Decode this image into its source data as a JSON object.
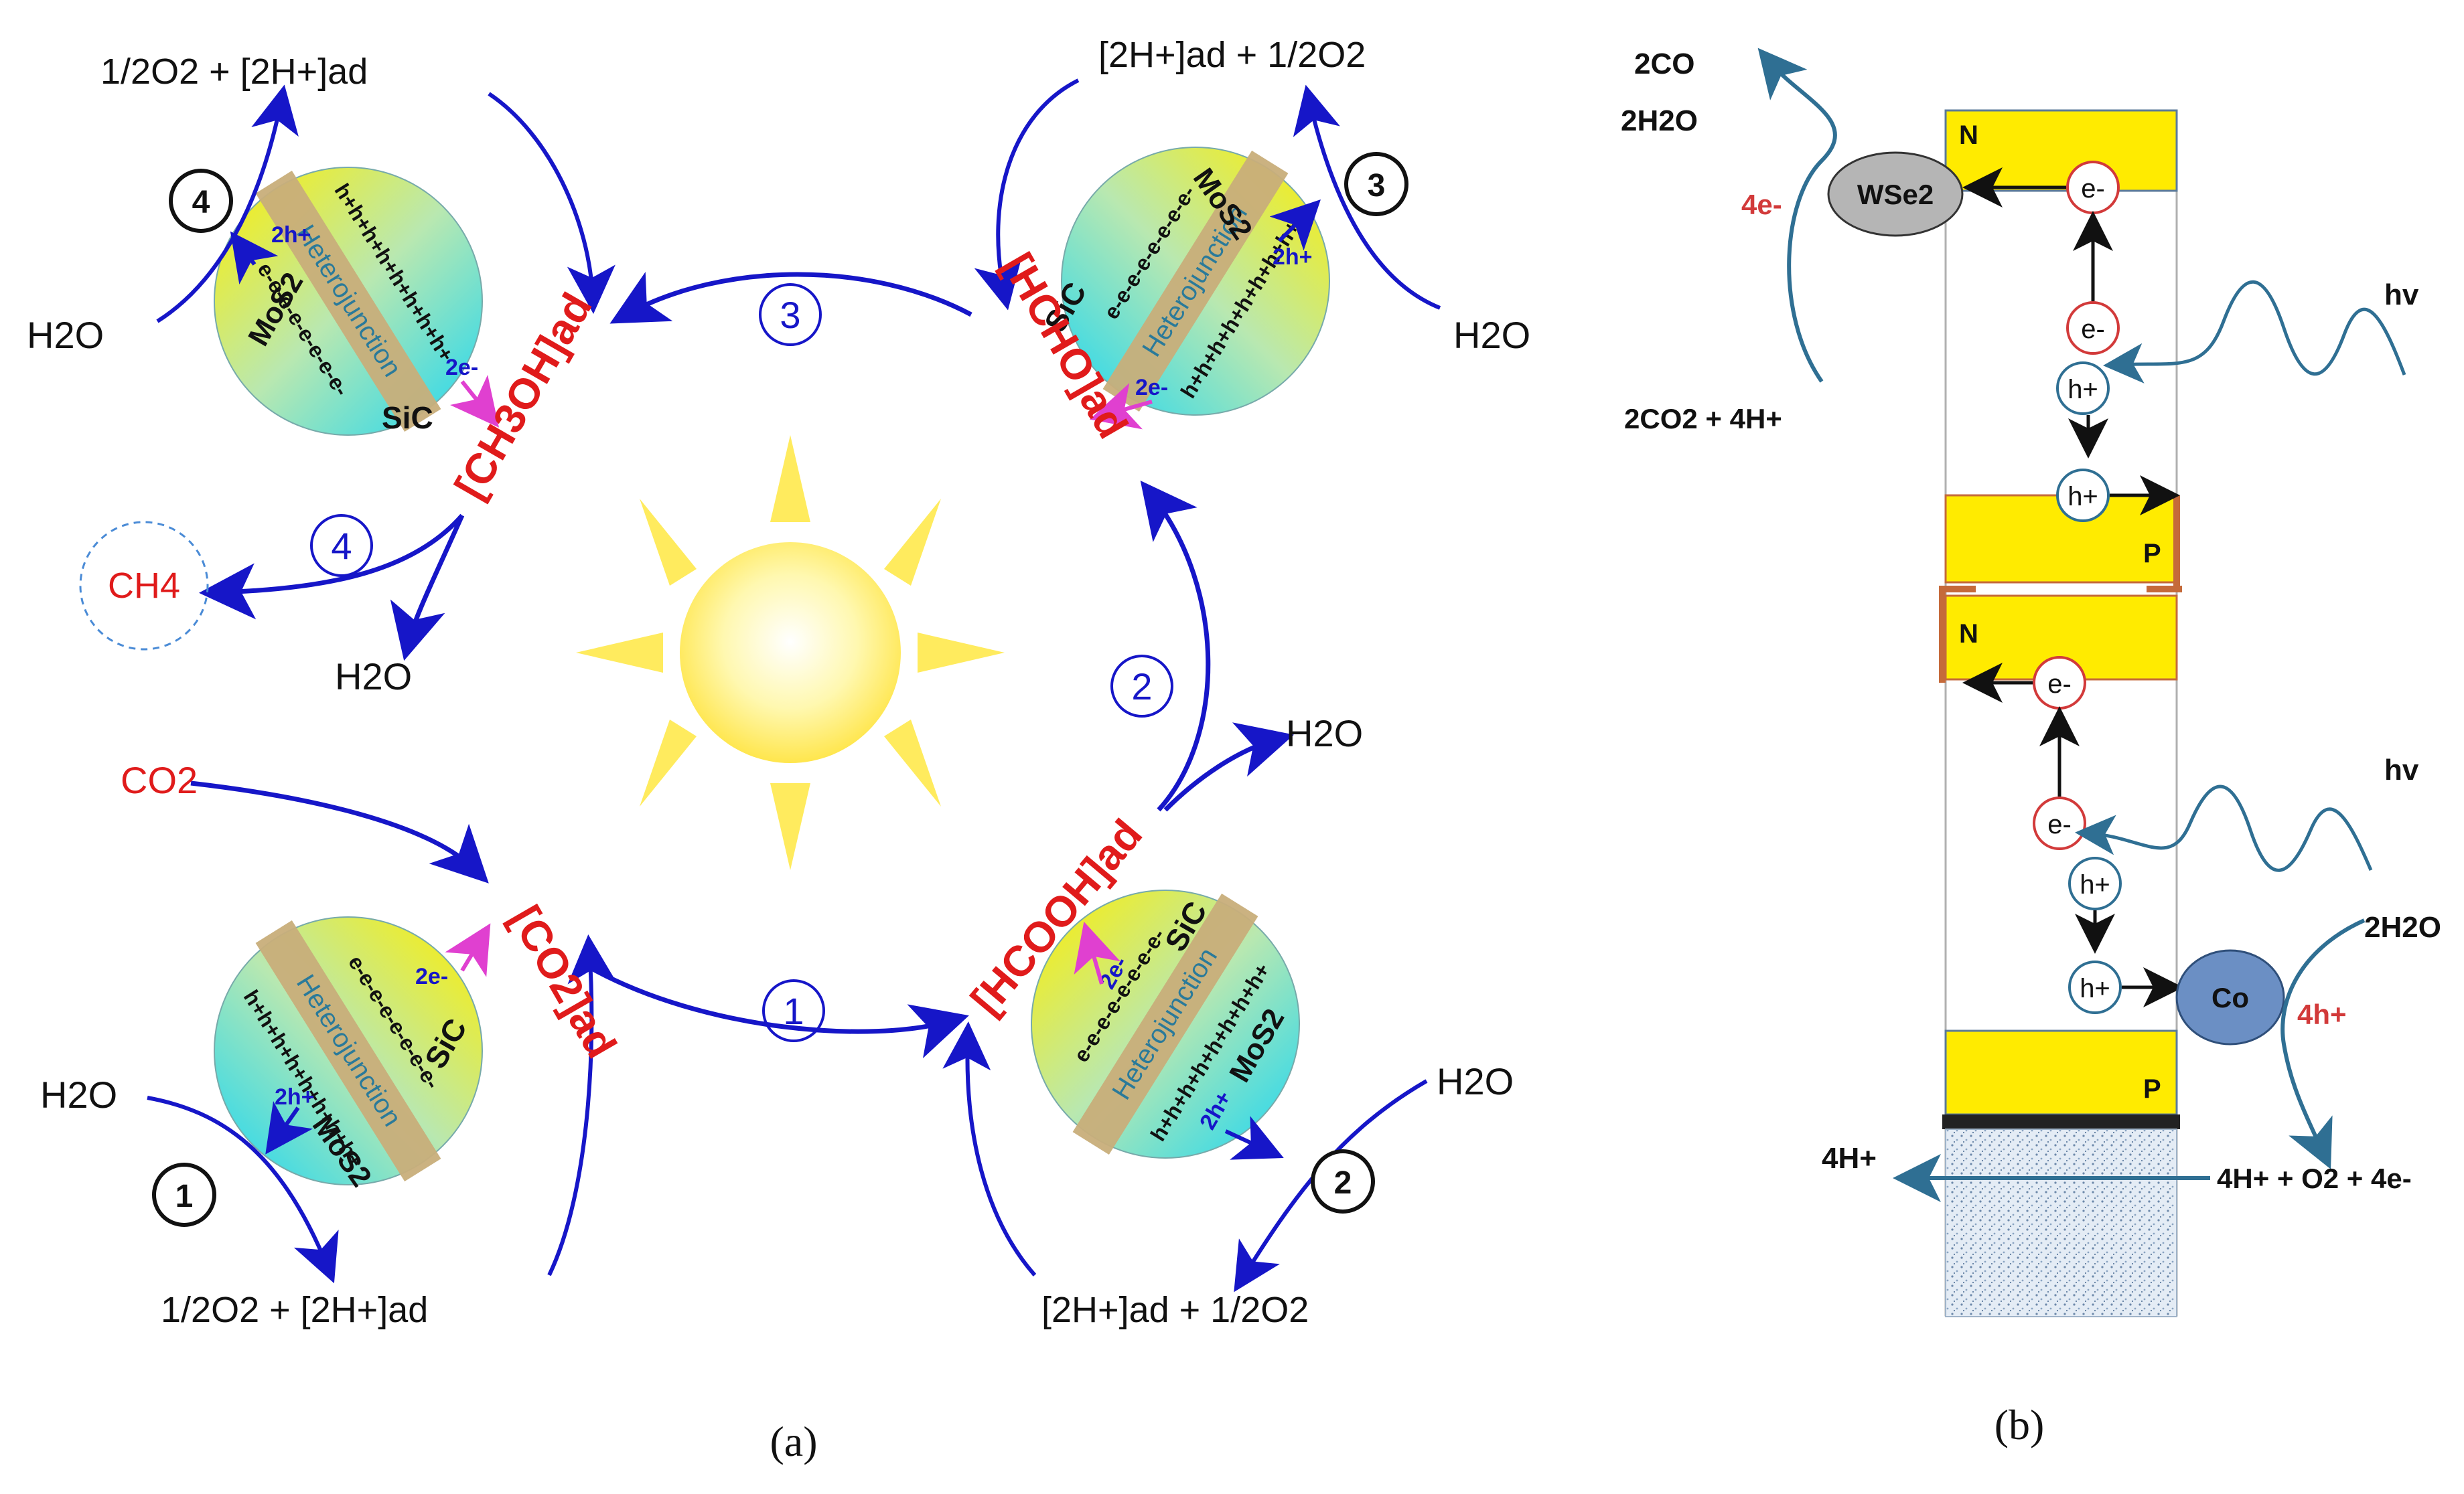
{
  "panel_a": {
    "caption": "(a)",
    "center_label": "Heterojunction",
    "species": {
      "co2_ad": "[CO2]ad",
      "hcooh_ad": "[HCOOH]ad",
      "hcho_ad": "[HCHO]ad",
      "ch3oh_ad": "[CH3OH]ad",
      "co2": "CO2",
      "ch4": "CH4"
    },
    "products": {
      "water": "H2O",
      "oxygen_protons": "1/2O2 + [2H+]ad",
      "protons_oxygen": "[2H+]ad + 1/2O2"
    },
    "step_numbers": [
      "1",
      "2",
      "3",
      "4"
    ],
    "circle_text": {
      "mos2": "MoS2",
      "sic": "SiC",
      "holes_label": "2h+",
      "electrons_label": "2e-",
      "hole_row": "h+h+h+h+h+h+h+h+",
      "electron_row": "e-e-e-e-e-e-e-e-"
    }
  },
  "panel_b": {
    "caption": "(b)",
    "top_cell": {
      "n": "N",
      "p": "P"
    },
    "bottom_cell": {
      "n": "N",
      "p": "P"
    },
    "electron": "e-",
    "hole": "h+",
    "light": "hv",
    "cathode_catalyst": "WSe2",
    "anode_catalyst": "Co",
    "co_products": "2CO",
    "co_water": "2H2O",
    "co_electrons": "4e-",
    "co_reactants": "2CO2 + 4H+",
    "water_in": "2H2O",
    "holes_in": "4h+",
    "oxygen_products": "4H+ + O2 + 4e-",
    "proton_transfer": "4H+"
  },
  "colors": {
    "blue_arrow": "#1616c8",
    "red_species": "#e01b1b",
    "teal_arrow": "#2f6f93",
    "yellow_band": "#ffeb00",
    "sun_yellow": "#fff176",
    "magenta": "#e040d0",
    "heterojunction_band": "#c8ae7a"
  }
}
